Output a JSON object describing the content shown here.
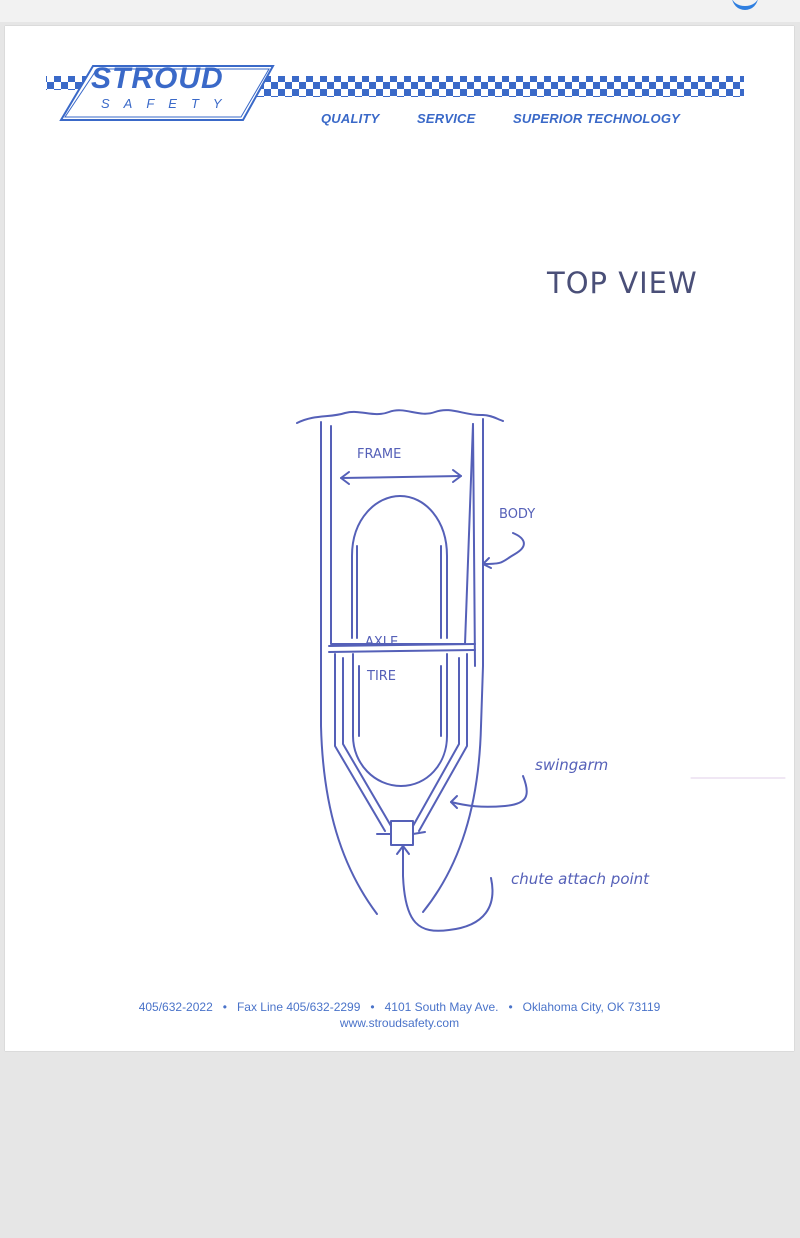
{
  "letterhead": {
    "logo_name": "STROUD",
    "logo_sub": "SAFETY",
    "taglines": [
      "QUALITY",
      "SERVICE",
      "SUPERIOR TECHNOLOGY"
    ],
    "brand_color": "#3a69c8"
  },
  "drawing": {
    "title": "TOP VIEW",
    "labels": {
      "frame": "FRAME",
      "body": "BODY",
      "axle": "AXLE",
      "tire": "TIRE",
      "swingarm": "swingarm",
      "chute": "chute attach point"
    },
    "ink_color": "#5560b8"
  },
  "footer": {
    "phone": "405/632-2022",
    "fax": "Fax Line 405/632-2299",
    "address": "4101 South May Ave.",
    "city": "Oklahoma City, OK 73119",
    "separator": "•",
    "website": "www.stroudsafety.com"
  }
}
